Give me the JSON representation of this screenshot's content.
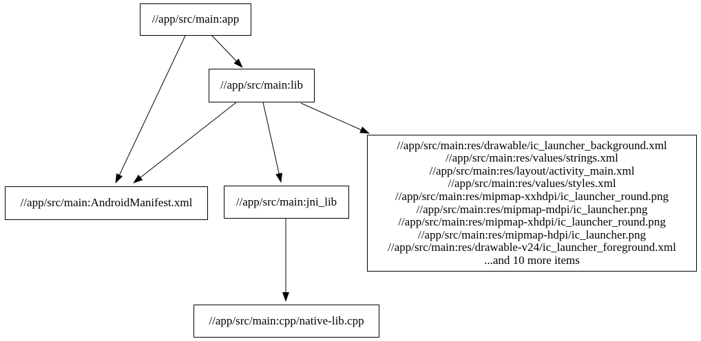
{
  "diagram": {
    "type": "dependency-graph",
    "background_color": "#ffffff",
    "node_fill_color": "#ffffff",
    "node_border_color": "#000000",
    "edge_color": "#000000",
    "text_color": "#000000",
    "nodes": {
      "app": {
        "label": "//app/src/main:app"
      },
      "lib": {
        "label": "//app/src/main:lib"
      },
      "manifest": {
        "label": "//app/src/main:AndroidManifest.xml"
      },
      "jni_lib": {
        "label": "//app/src/main:jni_lib"
      },
      "native_lib": {
        "label": "//app/src/main:cpp/native-lib.cpp"
      },
      "res_group": {
        "lines": [
          "//app/src/main:res/drawable/ic_launcher_background.xml",
          "//app/src/main:res/values/strings.xml",
          "//app/src/main:res/layout/activity_main.xml",
          "//app/src/main:res/values/styles.xml",
          "//app/src/main:res/mipmap-xxhdpi/ic_launcher_round.png",
          "//app/src/main:res/mipmap-mdpi/ic_launcher.png",
          "//app/src/main:res/mipmap-xhdpi/ic_launcher_round.png",
          "//app/src/main:res/mipmap-hdpi/ic_launcher.png",
          "//app/src/main:res/drawable-v24/ic_launcher_foreground.xml",
          "...and 10 more items"
        ]
      }
    },
    "edges": [
      {
        "from": "app",
        "to": "lib"
      },
      {
        "from": "app",
        "to": "manifest"
      },
      {
        "from": "lib",
        "to": "manifest"
      },
      {
        "from": "lib",
        "to": "jni_lib"
      },
      {
        "from": "lib",
        "to": "res_group"
      },
      {
        "from": "jni_lib",
        "to": "native_lib"
      }
    ]
  }
}
